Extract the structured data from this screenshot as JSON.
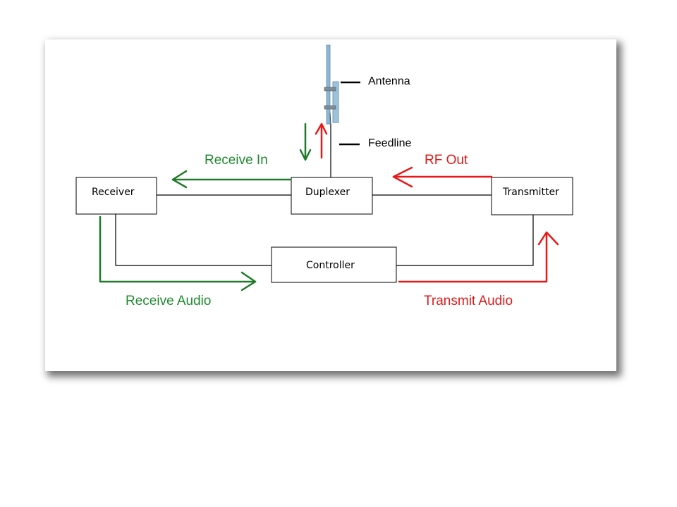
{
  "colors": {
    "receive": "#1f8a2e",
    "transmit": "#e01a1a"
  },
  "blocks": {
    "receiver": "Receiver",
    "duplexer": "Duplexer",
    "transmitter": "Transmitter",
    "controller": "Controller"
  },
  "callouts": {
    "antenna": "Antenna",
    "feedline": "Feedline"
  },
  "flows": {
    "receive_in": "Receive In",
    "rf_out": "RF Out",
    "receive_audio": "Receive Audio",
    "transmit_audio": "Transmit Audio"
  },
  "icons": {
    "antenna": "antenna-icon"
  }
}
